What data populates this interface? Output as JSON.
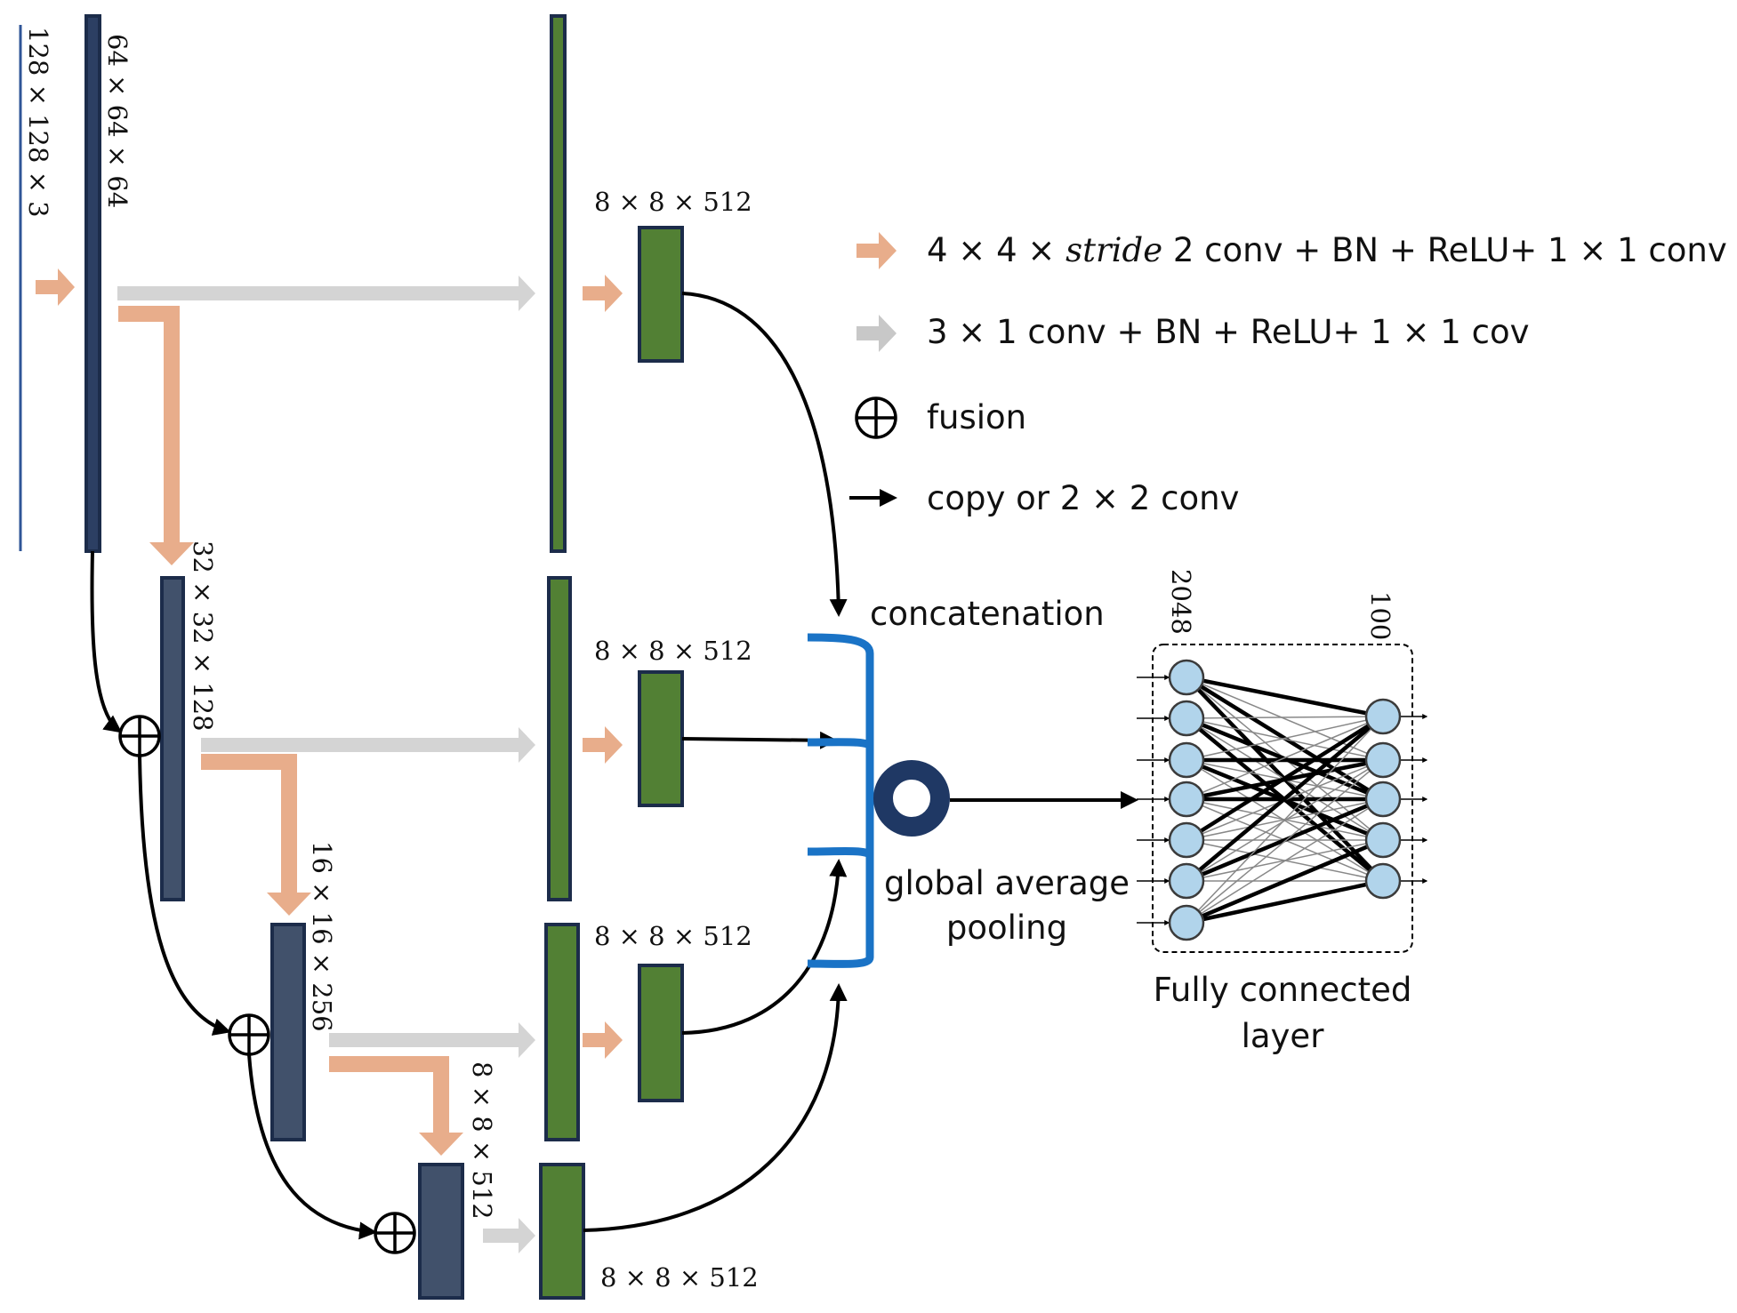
{
  "blocks": {
    "input": "128 × 128 × 3",
    "s1": "64 × 64 × 64",
    "s2": "32 × 32 × 128",
    "s3": "16 × 16 × 256",
    "s4": "8 × 8 × 512",
    "out1": "8 × 8 × 512",
    "out2": "8 × 8 × 512",
    "out3": "8 × 8 × 512",
    "out4": "8 × 8 × 512"
  },
  "legend": {
    "orange_pre": "4 × 4 × ",
    "orange_italic": "stride",
    "orange_post": " 2 conv + BN + ReLU+ 1 × 1 conv",
    "gray": "3 × 1 conv + BN + ReLU+ 1 × 1 cov",
    "fusion": "fusion",
    "black": "copy or 2 × 2 conv"
  },
  "labels": {
    "concatenation": "concatenation",
    "gap_line1": "global average",
    "gap_line2": "pooling",
    "fc_line1": "Fully connected",
    "fc_line2": "layer",
    "fc_in": "2048",
    "fc_out": "100"
  },
  "colors": {
    "encoder_block": "#41516b",
    "branch_block": "#528034",
    "orange_arrow": "#e8ad8b",
    "gray_arrow": "#d4d4d4",
    "concat_bracket": "#1a73c6",
    "gap_ring": "#1f3864",
    "fc_node": "#b1d4eb"
  },
  "icons": [
    "orange-arrow-icon",
    "gray-arrow-icon",
    "fusion-plus-icon",
    "black-arrow-icon"
  ]
}
